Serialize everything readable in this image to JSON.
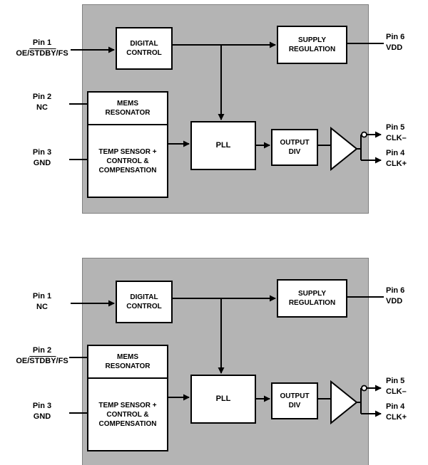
{
  "colors": {
    "chip_fill": "#b4b4b4",
    "block_fill": "#ffffff",
    "line": "#000000",
    "text": "#000000"
  },
  "diagrams": [
    {
      "blocks": {
        "digital_control": [
          "DIGITAL",
          "CONTROL"
        ],
        "supply_regulation": [
          "SUPPLY",
          "REGULATION"
        ],
        "mems_resonator": [
          "MEMS",
          "RESONATOR"
        ],
        "temp_sensor": [
          "TEMP SENSOR +",
          "CONTROL &",
          "COMPENSATION"
        ],
        "pll": [
          "PLL"
        ],
        "output_div": [
          "OUTPUT",
          "DIV"
        ]
      },
      "pins_left": [
        {
          "pin": "Pin 1",
          "signal_prefix": "OE/",
          "signal_overline": "STDBY",
          "signal_suffix": "/FS"
        },
        {
          "pin": "Pin 2",
          "signal": "NC"
        },
        {
          "pin": "Pin 3",
          "signal": "GND"
        }
      ],
      "pins_right": [
        {
          "pin": "Pin 6",
          "signal": "VDD"
        },
        {
          "pin": "Pin 5",
          "signal": "CLK–"
        },
        {
          "pin": "Pin 4",
          "signal": "CLK+"
        }
      ]
    },
    {
      "blocks": {
        "digital_control": [
          "DIGITAL",
          "CONTROL"
        ],
        "supply_regulation": [
          "SUPPLY",
          "REGULATION"
        ],
        "mems_resonator": [
          "MEMS",
          "RESONATOR"
        ],
        "temp_sensor": [
          "TEMP SENSOR +",
          "CONTROL &",
          "COMPENSATION"
        ],
        "pll": [
          "PLL"
        ],
        "output_div": [
          "OUTPUT",
          "DIV"
        ]
      },
      "pins_left": [
        {
          "pin": "Pin 1",
          "signal": "NC"
        },
        {
          "pin": "Pin 2",
          "signal_prefix": "OE/",
          "signal_overline": "STDBY",
          "signal_suffix": "/FS"
        },
        {
          "pin": "Pin 3",
          "signal": "GND"
        }
      ],
      "pins_right": [
        {
          "pin": "Pin 6",
          "signal": "VDD"
        },
        {
          "pin": "Pin 5",
          "signal": "CLK–"
        },
        {
          "pin": "Pin 4",
          "signal": "CLK+"
        }
      ]
    }
  ]
}
